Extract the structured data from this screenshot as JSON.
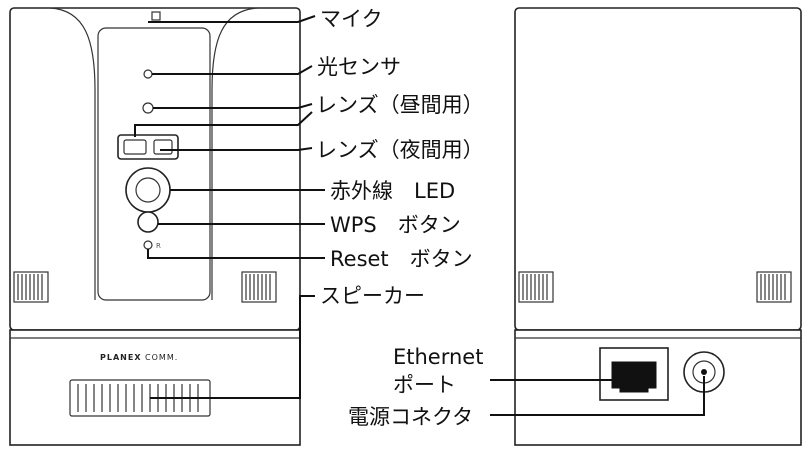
{
  "front_labels": {
    "mic": "マイク",
    "light_sensor": "光センサ",
    "lens_day": "レンズ（昼間用）",
    "lens_night": "レンズ（夜間用）",
    "ir_led": "赤外線　LED",
    "wps_button": "WPS　ボタン",
    "reset_button": "Reset　ボタン",
    "speaker": "スピーカー"
  },
  "rear_labels": {
    "ethernet_line1": "Ethernet",
    "ethernet_line2": "ポート",
    "power": "電源コネクタ"
  },
  "device": {
    "brand_part1": "PLANEX",
    "brand_part2": "COMM.",
    "reset_mark": "R"
  }
}
